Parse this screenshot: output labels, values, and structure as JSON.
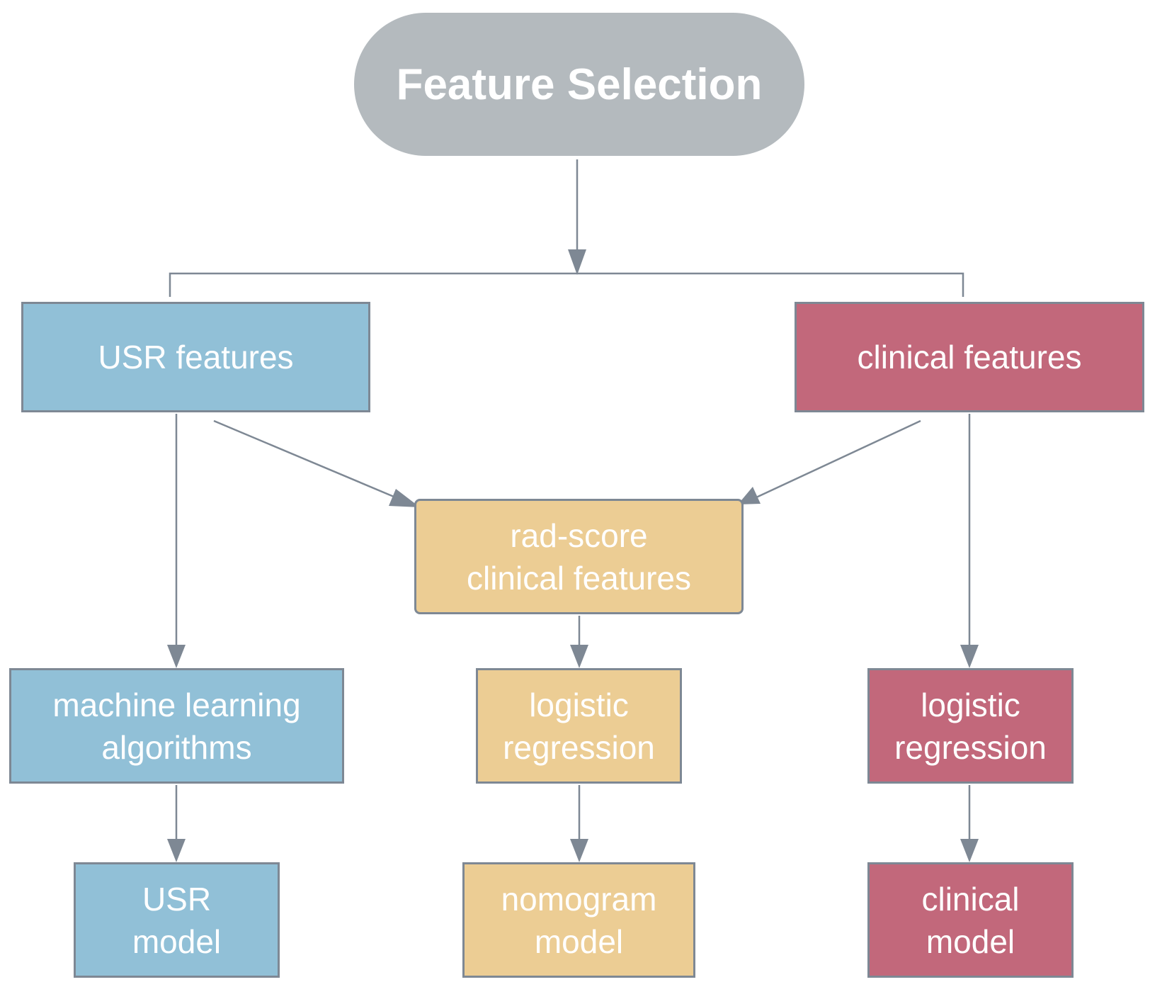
{
  "colors": {
    "root_fill": "#b4babe",
    "usr_fill": "#91c0d7",
    "clinical_fill": "#c2687b",
    "combined_fill": "#eccd94",
    "border": "#7e8894",
    "connector": "#7e8894",
    "text": "#ffffff"
  },
  "nodes": {
    "root": {
      "label": "Feature Selection"
    },
    "usr_features": {
      "label": "USR features"
    },
    "clinical_features": {
      "label": "clinical features"
    },
    "radscore": {
      "line1": "rad-score",
      "line2": "clinical features"
    },
    "ml_algorithms": {
      "line1": "machine learning",
      "line2": "algorithms"
    },
    "logistic_mid": {
      "line1": "logistic",
      "line2": "regression"
    },
    "logistic_right": {
      "line1": "logistic",
      "line2": "regression"
    },
    "usr_model": {
      "line1": "USR",
      "line2": "model"
    },
    "nomogram_model": {
      "line1": "nomogram",
      "line2": "model"
    },
    "clinical_model": {
      "line1": "clinical",
      "line2": "model"
    }
  },
  "edges": [
    {
      "from": "root",
      "to": "usr_features + clinical_features"
    },
    {
      "from": "usr_features",
      "to": "radscore"
    },
    {
      "from": "clinical_features",
      "to": "radscore"
    },
    {
      "from": "usr_features",
      "to": "ml_algorithms"
    },
    {
      "from": "clinical_features",
      "to": "logistic_right"
    },
    {
      "from": "radscore",
      "to": "logistic_mid"
    },
    {
      "from": "ml_algorithms",
      "to": "usr_model"
    },
    {
      "from": "logistic_mid",
      "to": "nomogram_model"
    },
    {
      "from": "logistic_right",
      "to": "clinical_model"
    }
  ]
}
